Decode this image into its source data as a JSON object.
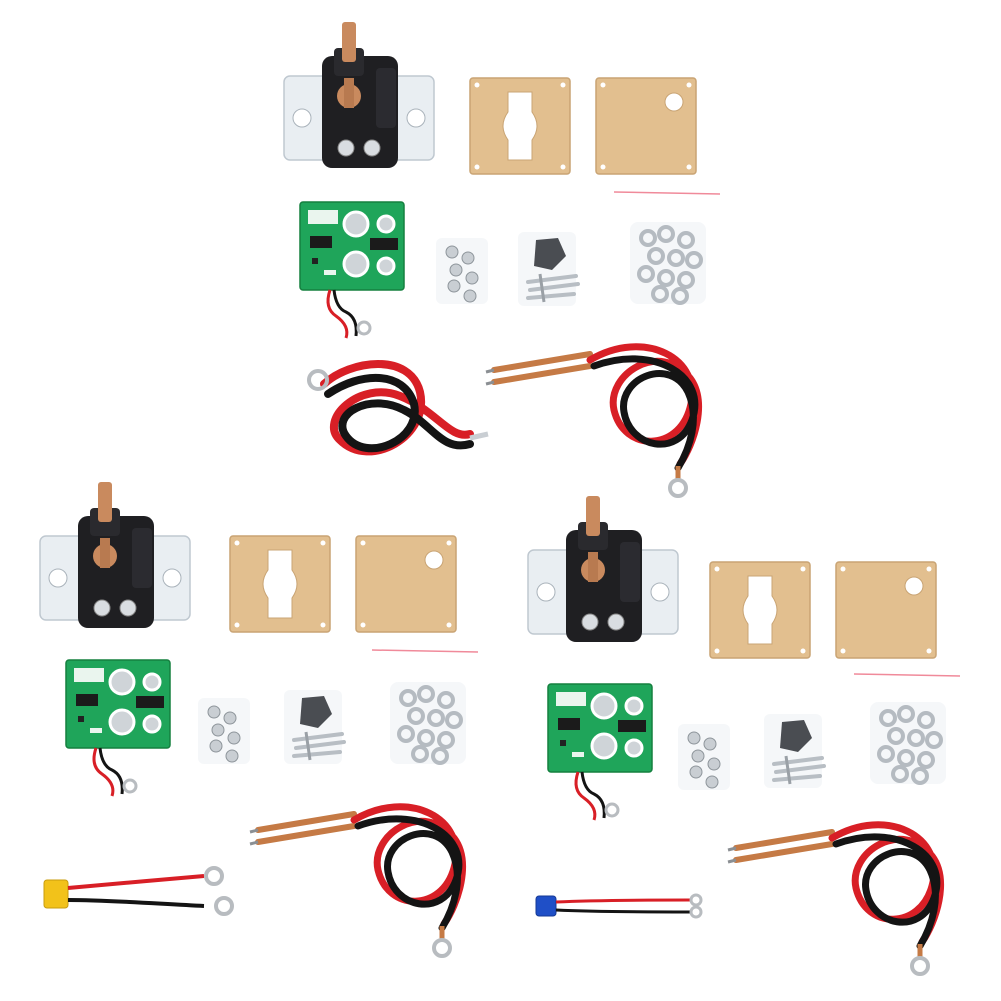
{
  "scene": {
    "background": "#ffffff",
    "kits": [
      {
        "id": "kit-top",
        "battery_connector": "ring-terminal-leads"
      },
      {
        "id": "kit-bottom-left",
        "battery_connector": "xt60-leads"
      },
      {
        "id": "kit-bottom-right",
        "battery_connector": "ec5-leads"
      }
    ]
  },
  "colors": {
    "relay_body": "#1f1f22",
    "relay_mount_plate": "#e9eef2",
    "copper_terminal": "#c98a5e",
    "acrylic_plate": "#e2bf8f",
    "pcb_green": "#1fa55a",
    "wire_red": "#d81f26",
    "wire_black": "#141414",
    "copper_rod": "#c57a45",
    "xt60_yellow": "#f2c21a",
    "ec5_blue": "#1f4fc7",
    "steel_hardware": "#c9ced3"
  },
  "icons": {
    "relay": "relay-icon",
    "plate": "acrylic-plate-icon",
    "pcb": "pcb-board-icon",
    "screws": "screw-icon",
    "nuts": "nut-icon",
    "welding_pen": "welding-pen-icon",
    "cable": "cable-icon"
  }
}
